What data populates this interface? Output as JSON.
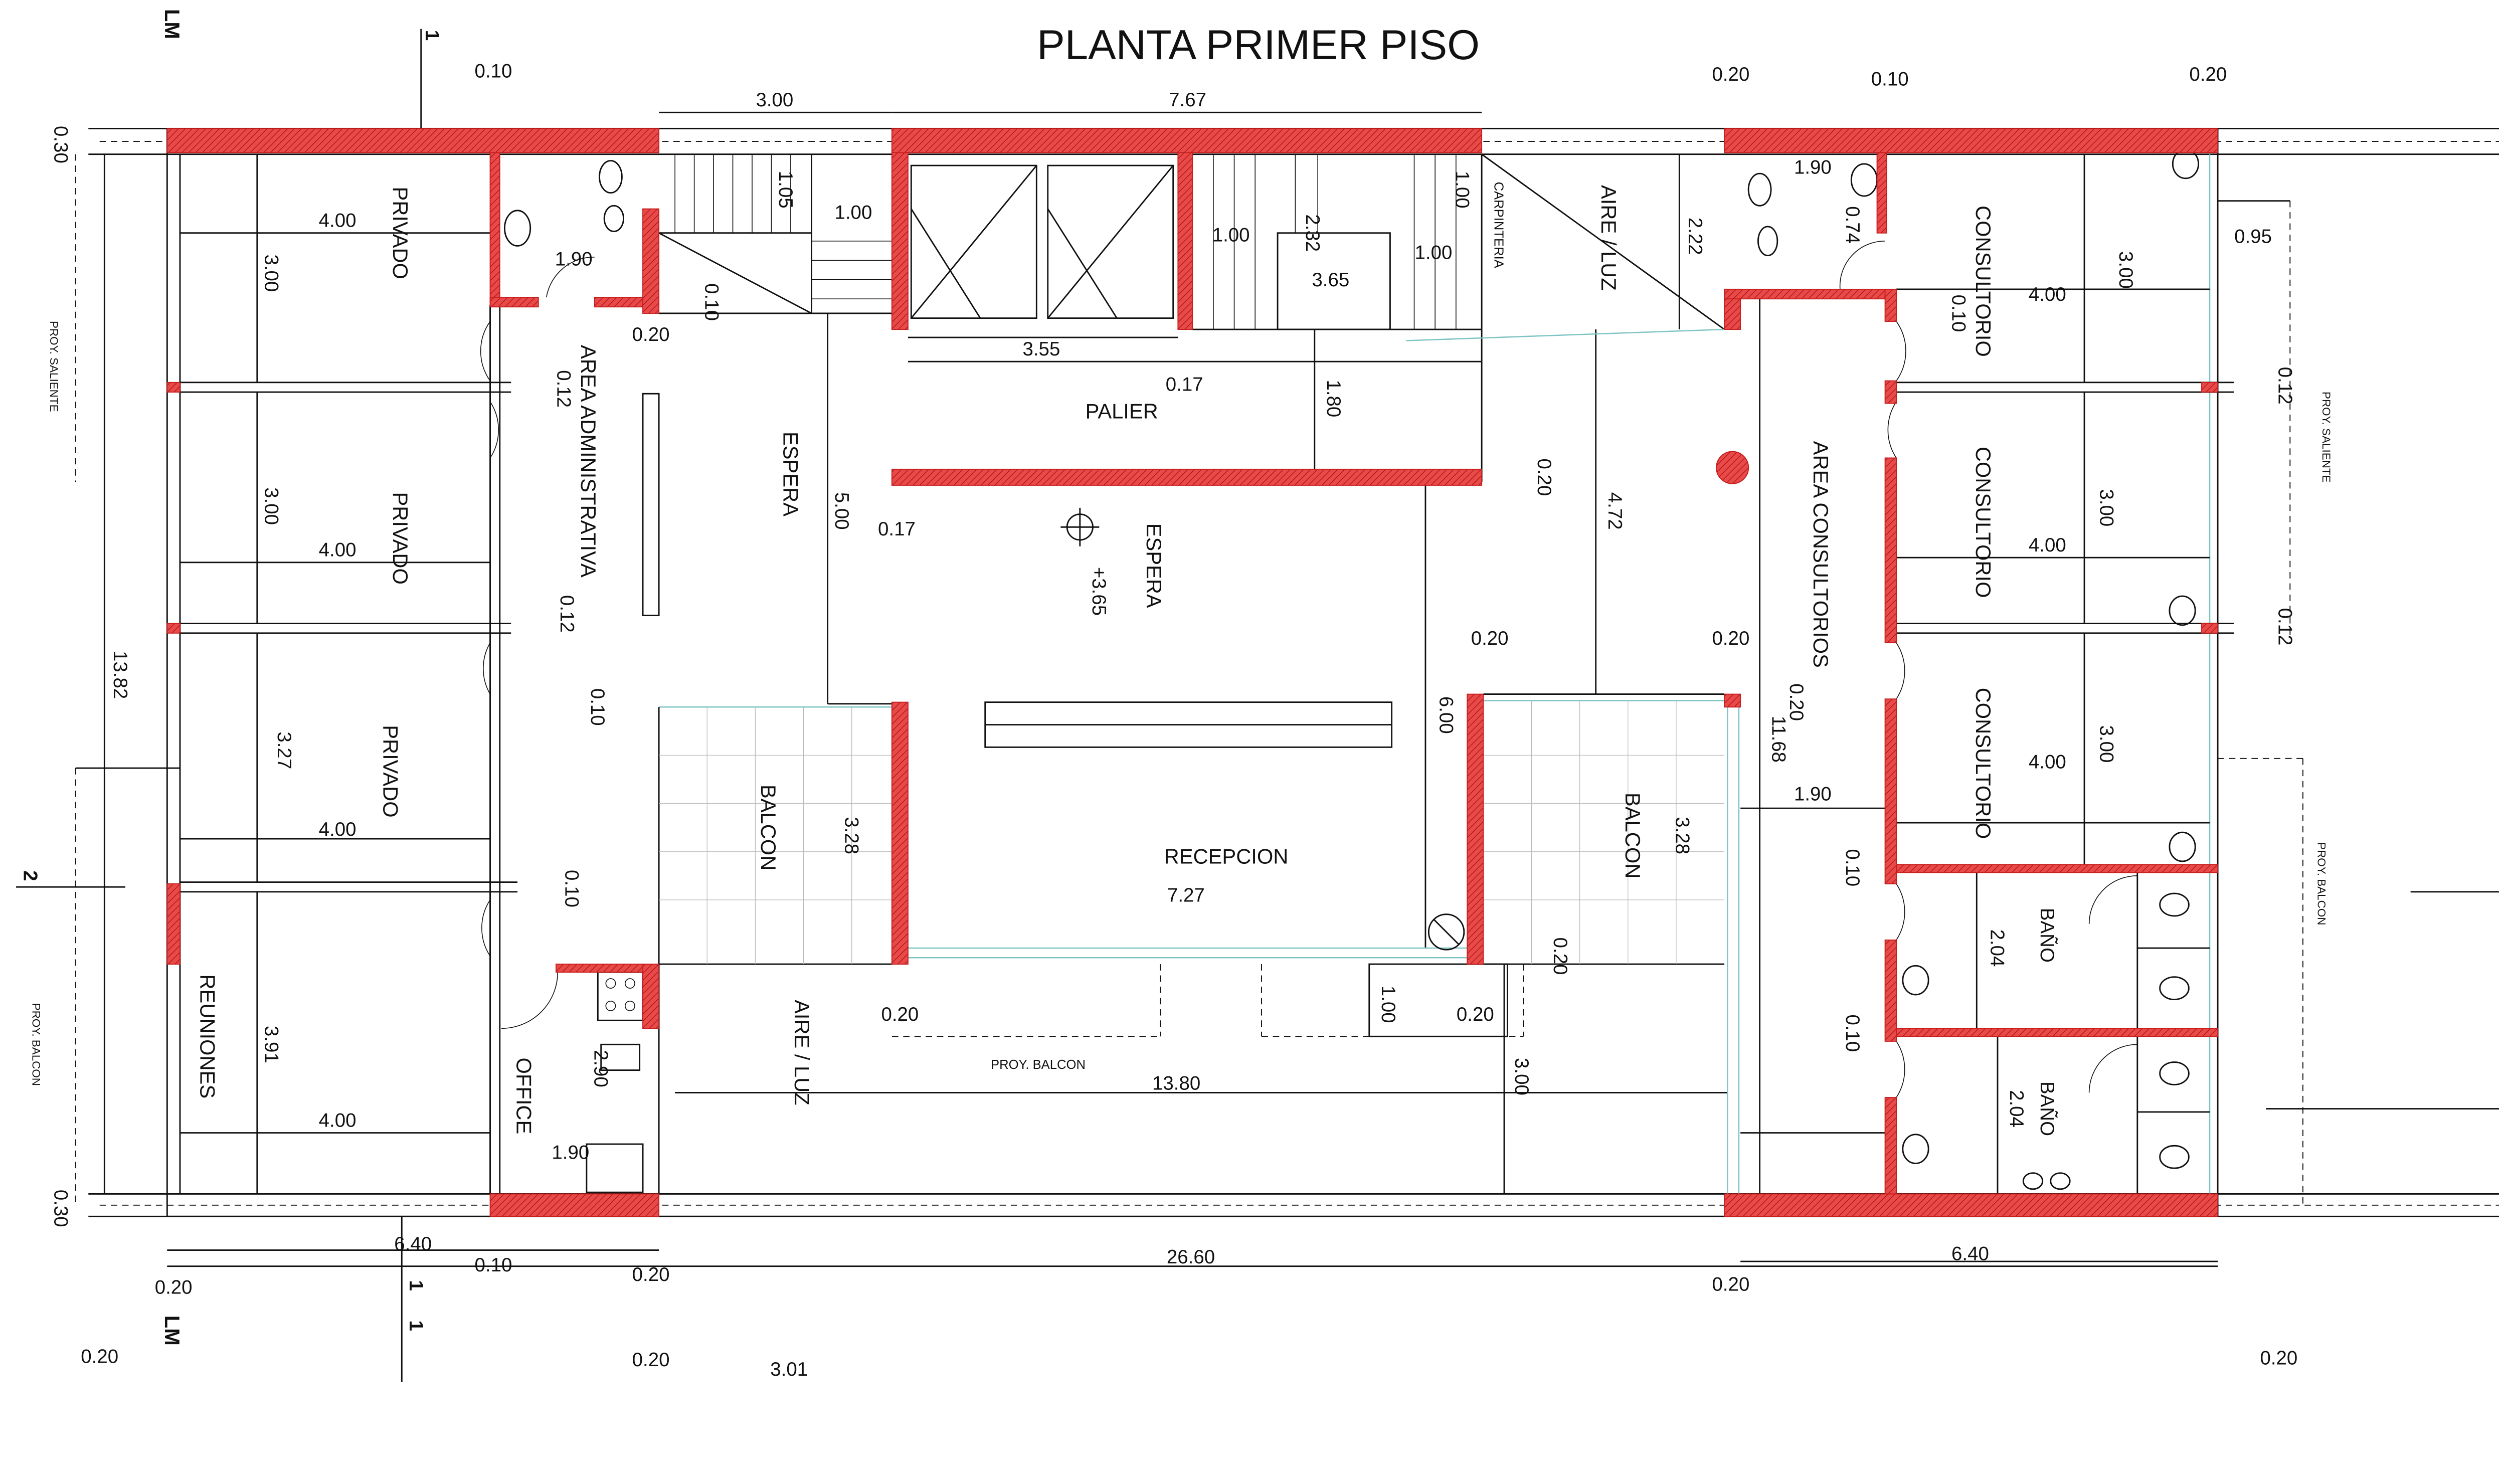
{
  "title": "PLANTA PRIMER PISO",
  "colors": {
    "wall": "#e03030",
    "line": "#111111",
    "glass": "#7fc4c4"
  },
  "labels": {
    "lm_top": "LM",
    "lm_bottom": "LM",
    "axis1_top": "1",
    "axis1_bot_a": "1",
    "axis1_bot_b": "1",
    "axis2": "2",
    "privado_1": "PRIVADO",
    "privado_2": "PRIVADO",
    "privado_3": "PRIVADO",
    "reuniones": "REUNIONES",
    "area_admin": "AREA ADMINISTRATIVA",
    "office": "OFFICE",
    "espera_1": "ESPERA",
    "espera_2": "ESPERA",
    "palier": "PALIER",
    "balcon_1": "BALCON",
    "balcon_2": "BALCON",
    "recepcion": "RECEPCION",
    "aire_luz_1": "AIRE / LUZ",
    "aire_luz_2": "AIRE / LUZ",
    "carpinteria": "CARPINTERIA",
    "area_consultorios": "AREA CONSULTORIOS",
    "consultorio_1": "CONSULTORIO",
    "consultorio_2": "CONSULTORIO",
    "consultorio_3": "CONSULTORIO",
    "bano_1": "BAÑO",
    "bano_2": "BAÑO",
    "proy_saliente_l": "PROY. SALIENTE",
    "proy_saliente_r": "PROY. SALIENTE",
    "proy_balcon_l": "PROY. BALCON",
    "proy_balcon_r": "PROY. BALCON",
    "proy_balcon_c": "PROY. BALCON",
    "level": "+3.65"
  },
  "dimensions": {
    "d_top_010": "0.10",
    "d_top_300": "3.00",
    "d_top_767": "7.67",
    "d_top_020a": "0.20",
    "d_top_010b": "0.10",
    "d_top_020b": "0.20",
    "d_030_top": "0.30",
    "d_030_bot": "0.30",
    "d_1382": "13.82",
    "d_095": "0.95",
    "p1_w": "4.00",
    "p1_h": "3.00",
    "p2_w": "4.00",
    "p2_h": "3.00",
    "p3_w": "4.00",
    "p3_h": "3.27",
    "r_w": "4.00",
    "r_h": "3.91",
    "d_105": "1.05",
    "d_100a": "1.00",
    "d_190a": "1.90",
    "d_020c": "0.20",
    "d_010c": "0.10",
    "d_012a": "0.12",
    "d_012b": "0.12",
    "d_010d": "0.10",
    "d_010e": "0.10",
    "off_h": "2.90",
    "off_w": "1.90",
    "d_500": "5.00",
    "d_017a": "0.17",
    "d_355": "3.55",
    "d_017b": "0.17",
    "d_180": "1.80",
    "d_100b": "1.00",
    "d_232": "2.32",
    "d_365": "3.65",
    "d_100c": "1.00",
    "d_100d": "1.00",
    "d_222": "2.22",
    "d_020d": "0.20",
    "d_472": "4.72",
    "d_020e": "0.20",
    "d_020f": "0.20",
    "d_600": "6.00",
    "b1_h": "3.28",
    "b2_h": "3.28",
    "d_727": "7.27",
    "d_020g": "0.20",
    "d_100e": "1.00",
    "d_020h": "0.20",
    "d_020i": "0.20",
    "d_300c": "3.00",
    "d_1380": "13.80",
    "d_2660": "26.60",
    "d_640a": "6.40",
    "d_640b": "6.40",
    "d_301": "3.01",
    "d_190b": "1.90",
    "d_074": "0.74",
    "d_010f": "0.10",
    "c1_w": "4.00",
    "c1_h": "3.00",
    "c2_w": "4.00",
    "c2_h": "3.00",
    "c3_w": "4.00",
    "c3_h": "3.00",
    "d_012c": "0.12",
    "d_012d": "0.12",
    "d_020j": "0.20",
    "d_1168": "11.68",
    "d_190c": "1.90",
    "d_010g": "0.10",
    "d_010h": "0.10",
    "b_204a": "2.04",
    "b_204b": "2.04",
    "bot_020a": "0.20",
    "bot_010": "0.10",
    "bot_020b": "0.20",
    "bot_020c": "0.20",
    "bot_020d": "0.20",
    "bot_020e": "0.20",
    "bot_020f": "0.20"
  }
}
